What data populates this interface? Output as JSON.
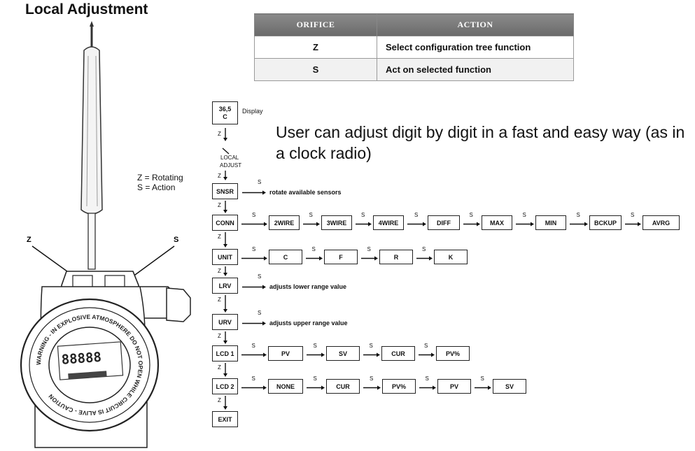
{
  "title": "Local Adjustment",
  "table": {
    "headers": [
      "ORIFICE",
      "ACTION"
    ],
    "rows": [
      {
        "orifice": "Z",
        "action": "Select configuration tree function"
      },
      {
        "orifice": "S",
        "action": "Act on selected function"
      }
    ]
  },
  "note": "User can adjust digit by digit in a fast and easy way (as in a clock radio)",
  "legend": {
    "z": "Z = Rotating",
    "s": "S = Action"
  },
  "device": {
    "z_label": "Z",
    "s_label": "S",
    "ring_text": "WARNING - IN EXPLOSIVE ATMOSPHERE DO NOT OPEN WHILE CIRCUIT IS ALIVE - CAUTION",
    "lcd_digits": "88888"
  },
  "flow": {
    "display": {
      "box_line1": "36,5",
      "box_line2": "C",
      "label": "Display"
    },
    "local_adjust": [
      "LOCAL",
      "ADJUST"
    ],
    "z": "Z",
    "s": "S",
    "rows": [
      {
        "name": "SNSR",
        "description": "rotate available sensors",
        "options": []
      },
      {
        "name": "CONN",
        "description": "",
        "options": [
          "2WIRE",
          "3WIRE",
          "4WIRE",
          "DIFF",
          "MAX",
          "MIN",
          "BCKUP",
          "AVRG"
        ]
      },
      {
        "name": "UNIT",
        "description": "",
        "options": [
          "C",
          "F",
          "R",
          "K"
        ]
      },
      {
        "name": "LRV",
        "description": "adjusts lower range value",
        "options": []
      },
      {
        "name": "URV",
        "description": "adjusts upper range value",
        "options": []
      },
      {
        "name": "LCD 1",
        "description": "",
        "options": [
          "PV",
          "SV",
          "CUR",
          "PV%"
        ]
      },
      {
        "name": "LCD 2",
        "description": "",
        "options": [
          "NONE",
          "CUR",
          "PV%",
          "PV",
          "SV"
        ]
      },
      {
        "name": "EXIT",
        "description": "",
        "options": []
      }
    ]
  }
}
